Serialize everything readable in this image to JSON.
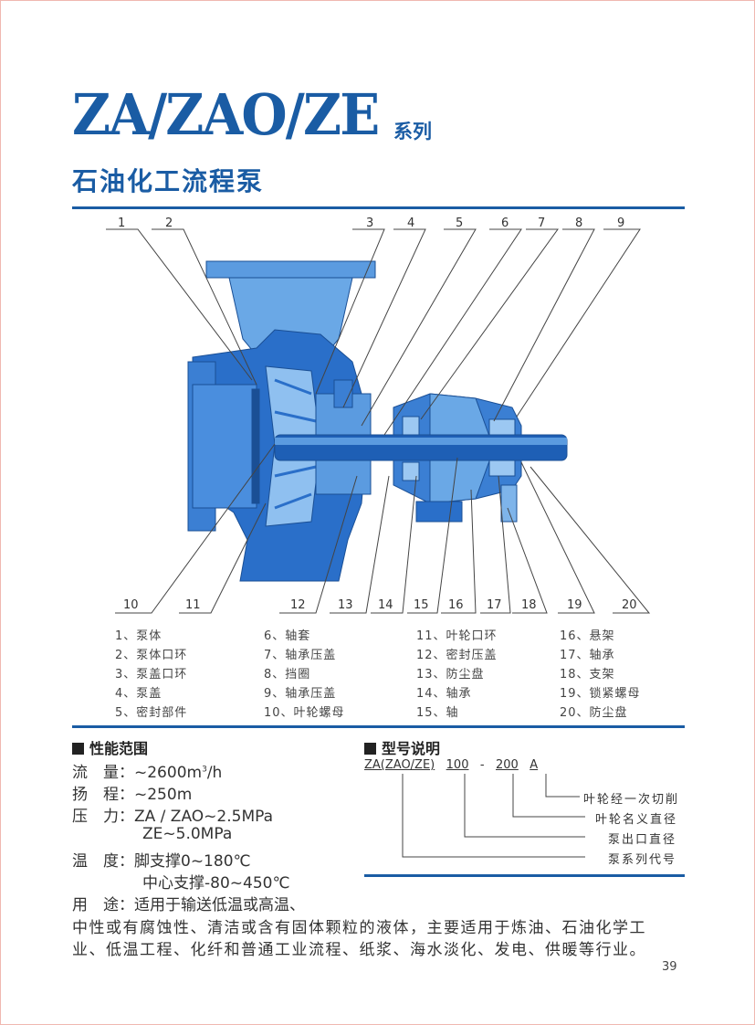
{
  "header": {
    "title": "ZA/ZAO/ZE",
    "series": "系列",
    "subtitle": "石油化工流程泵"
  },
  "diagram": {
    "top_callouts": [
      "1",
      "2",
      "3",
      "4",
      "5",
      "6",
      "7",
      "8",
      "9"
    ],
    "bottom_callouts": [
      "10",
      "11",
      "12",
      "13",
      "14",
      "15",
      "16",
      "17",
      "18",
      "19",
      "20"
    ],
    "colors": {
      "body": "#2a6fc9",
      "light": "#7eb4ea",
      "shaft": "#1e5fb5"
    }
  },
  "parts": [
    [
      "1、泵体",
      "2、泵体口环",
      "3、泵盖口环",
      "4、泵盖",
      "5、密封部件"
    ],
    [
      "6、轴套",
      "7、轴承压盖",
      "8、挡圈",
      "9、轴承压盖",
      "10、叶轮螺母"
    ],
    [
      "11、叶轮口环",
      "12、密封压盖",
      "13、防尘盘",
      "14、轴承",
      "15、轴"
    ],
    [
      "16、悬架",
      "17、轴承",
      "18、支架",
      "19、锁紧螺母",
      "20、防尘盘"
    ]
  ],
  "performance": {
    "heading": "性能范围",
    "flow_label": "流　量：",
    "flow_value": "~2600m",
    "flow_sup": "3",
    "flow_unit": "/h",
    "head_label": "扬　程：",
    "head_value": "~250m",
    "pressure_label": "压　力：",
    "pressure_value1": "ZA / ZAO~2.5MPa",
    "pressure_value2": "ZE~5.0MPa",
    "temp_label": "温　度：",
    "temp_value1": "脚支撑0~180℃",
    "temp_value2": "中心支撑-80~450℃",
    "use_label": "用　途：",
    "use_value": "适用于输送低温或高温、",
    "use_line2": "中性或有腐蚀性、清洁或含有固体颗粒的液体，主要适用于炼油、石油化学工",
    "use_line3": "业、低温工程、化纤和普通工业流程、纸浆、海水淡化、发电、供暖等行业。"
  },
  "model": {
    "heading": "型号说明",
    "code_series": "ZA(ZAO/ZE)",
    "code_outlet": "100",
    "code_dash": "-",
    "code_impeller": "200",
    "code_cut": "A",
    "labels": [
      "叶轮经一次切削",
      "叶轮名义直径",
      "泵出口直径",
      "泵系列代号"
    ]
  },
  "page_number": "39"
}
